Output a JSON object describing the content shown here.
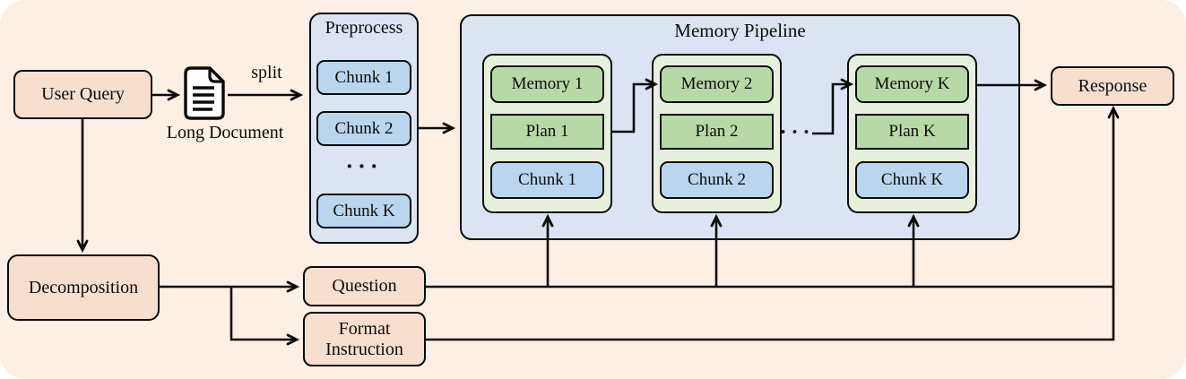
{
  "diagram": {
    "user_query": {
      "label": "User Query"
    },
    "long_document": {
      "label": "Long Document"
    },
    "split_label": "split",
    "preprocess": {
      "title": "Preprocess",
      "chunks": [
        "Chunk 1",
        "Chunk 2",
        "Chunk K"
      ],
      "ellipsis": "···"
    },
    "memory_pipeline": {
      "title": "Memory Pipeline",
      "blocks": [
        {
          "memory": "Memory 1",
          "plan": "Plan 1",
          "chunk": "Chunk 1"
        },
        {
          "memory": "Memory 2",
          "plan": "Plan 2",
          "chunk": "Chunk 2"
        },
        {
          "memory": "Memory K",
          "plan": "Plan K",
          "chunk": "Chunk K"
        }
      ],
      "ellipsis": "···"
    },
    "response": {
      "label": "Response"
    },
    "decomposition": {
      "label": "Decomposition"
    },
    "question": {
      "label": "Question"
    },
    "format_instruction": {
      "lines": [
        "Format",
        "Instruction"
      ]
    },
    "colors": {
      "panel_background": "#fcefe4",
      "node_peach": "#f8dfcd",
      "panel_blue": "#dce3f2",
      "chunk_blue": "#b9d6ee",
      "block_green_light": "#e7f0dc",
      "box_green": "#b7d9a8",
      "stroke": "#0a0a0a"
    }
  }
}
